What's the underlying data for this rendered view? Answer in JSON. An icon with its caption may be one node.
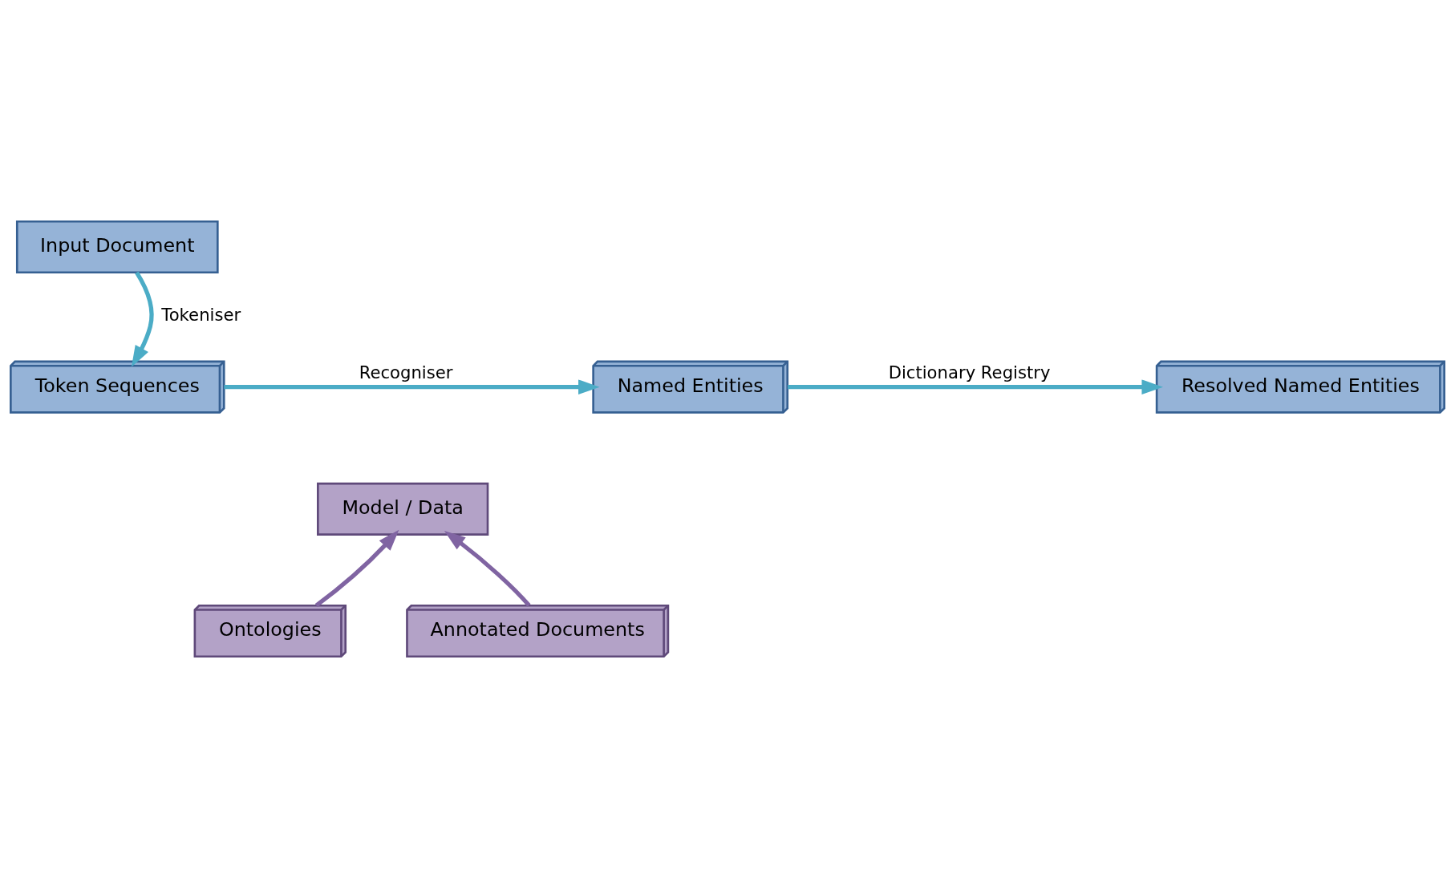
{
  "diagram": {
    "nodes": [
      {
        "text": [
          "Input Document"
        ]
      },
      {
        "text": [
          "Token Sequences"
        ]
      },
      {
        "text": [
          "Named Entities"
        ]
      },
      {
        "text": [
          "Resolved Named Entities"
        ]
      },
      {
        "text": [
          "Model / Data"
        ]
      },
      {
        "text": [
          "Ontologies"
        ]
      },
      {
        "text": [
          "Annotated Documents"
        ]
      }
    ],
    "edges": [
      {
        "from": 0,
        "to": 1,
        "arrow": "to",
        "label": "Tokeniser"
      },
      {
        "from": 1,
        "to": 2,
        "arrow": "to",
        "label": "Recogniser"
      },
      {
        "from": 2,
        "to": 3,
        "arrow": "to",
        "label": "Dictionary Registry"
      },
      {
        "from": 5,
        "to": 4,
        "arrow": "to",
        "color": "#8064a2"
      },
      {
        "from": 6,
        "to": 4,
        "arrow": "to",
        "color": "#8064a2"
      }
    ]
  }
}
